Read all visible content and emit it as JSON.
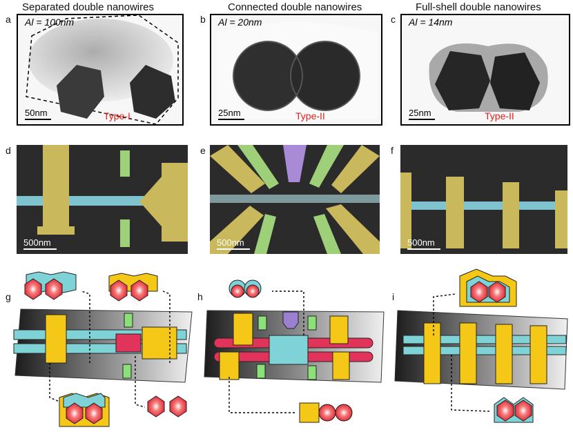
{
  "columns": [
    {
      "title": "Separated double nanowires"
    },
    {
      "title": "Connected double nanowires"
    },
    {
      "title": "Full-shell double nanowires"
    }
  ],
  "panels": {
    "a": {
      "label": "a",
      "al": "Al = 100nm",
      "scale": "50nm",
      "type": "Type-I"
    },
    "b": {
      "label": "b",
      "al": "Al = 20nm",
      "scale": "25nm",
      "type": "Type-II"
    },
    "c": {
      "label": "c",
      "al": "Al = 14nm",
      "scale": "25nm",
      "type": "Type-II"
    },
    "d": {
      "label": "d",
      "scale": "500nm"
    },
    "e": {
      "label": "e",
      "scale": "500nm"
    },
    "f": {
      "label": "f",
      "scale": "500nm"
    },
    "g": {
      "label": "g"
    },
    "h": {
      "label": "h"
    },
    "i": {
      "label": "i"
    }
  },
  "colors": {
    "nanowire_red": "#e2345a",
    "shell_cyan": "#7fd3d6",
    "al_yellow": "#f5c818",
    "gate_green": "#8be07a",
    "gate_purple": "#9b7fd0"
  }
}
